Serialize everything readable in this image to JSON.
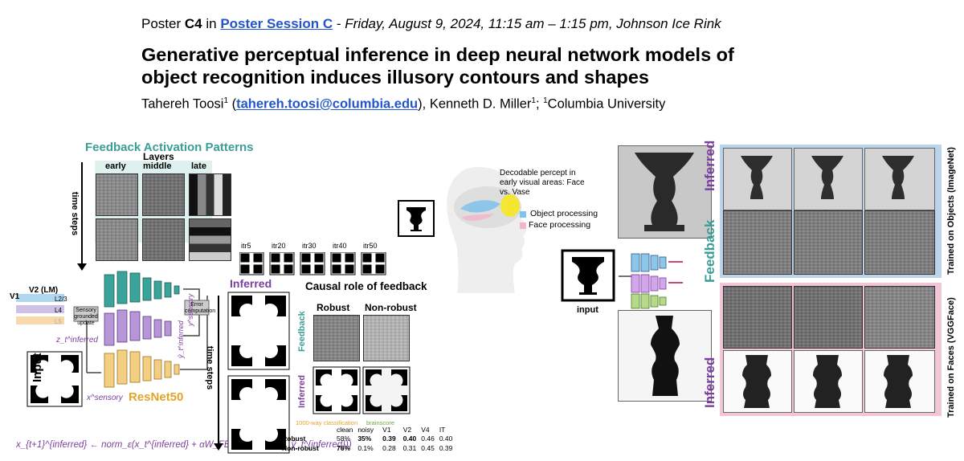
{
  "header": {
    "poster_prefix": "Poster",
    "poster_id": "C4",
    "in_word": "in",
    "session_link": "Poster Session C",
    "separator": "-",
    "datetime_location": "Friday, August 9, 2024, 11:15 am – 1:15 pm, Johnson Ice Rink"
  },
  "paper": {
    "title_line1": "Generative perceptual inference in deep neural network models of",
    "title_line2": "object recognition induces illusory contours and shapes",
    "author1": "Tahereh Toosi",
    "author1_sup": "1",
    "email": "tahereh.toosi@columbia.edu",
    "author2": "Kenneth D. Miller",
    "author2_sup": "1",
    "affil_sup": "1",
    "affiliation": "Columbia University"
  },
  "figure_left": {
    "title": "Feedback Activation Patterns",
    "layers_label": "Layers",
    "layer_names": [
      "early",
      "middle",
      "late"
    ],
    "time_steps": "time steps",
    "v1": "V1",
    "v2": "V2 (LM)",
    "l23": "L2/3",
    "l4": "L4",
    "l56": "L5",
    "sensory_update": "Sensory grounded update",
    "error_comp": "Error computation",
    "z_inferred": "z_t^inferred",
    "x_sensory": "x^sensory",
    "y_sensory": "y^sensory",
    "y_inferred": "ŷ_t^inferred",
    "input": "Input",
    "resnet": "ResNet50",
    "equation": "x_{t+1}^{inferred} ← norm_ε(x_t^{inferred} + αW_FB(y^{sensory} − ŷ_t^{inferred}))",
    "itr_labels": [
      "itr5",
      "itr20",
      "itr30",
      "itr40",
      "itr50"
    ],
    "inferred": "Inferred",
    "time_steps2": "time steps",
    "causal_title": "Causal role of feedback",
    "robust": "Robust",
    "nonrobust": "Non-robust",
    "feedback": "Feedback",
    "inferred_side": "Inferred"
  },
  "table": {
    "cls_title": "1000-way classification",
    "brain_title": "brainscore",
    "cols": [
      "clean",
      "noisy",
      "V1",
      "V2",
      "V4",
      "IT"
    ],
    "rows": [
      {
        "name": "Robust",
        "values": [
          "58%",
          "35%",
          "0.39",
          "0.40",
          "0.46",
          "0.40"
        ]
      },
      {
        "name": "Non-robust",
        "values": [
          "76%",
          "0.1%",
          "0.28",
          "0.31",
          "0.45",
          "0.39"
        ]
      }
    ]
  },
  "figure_mid": {
    "decodable": "Decodable percept in early visual areas: Face vs. Vase",
    "object_proc": "Object processing",
    "face_proc": "Face processing"
  },
  "figure_right": {
    "input_label": "input",
    "inferred_top": "Inferred",
    "feedback_mid": "Feedback",
    "inferred_bottom": "Inferred",
    "trained_objects": "Trained on Objects (ImageNet)",
    "trained_faces": "Trained on Faces (VGGFace)"
  },
  "colors": {
    "teal": "#3a9e96",
    "purple": "#7b3f9e",
    "orange": "#e3a526",
    "pink": "#c9467a",
    "link": "#2255cc",
    "blue_panel": "#bcd4ea",
    "pink_panel": "#f0c6d8"
  }
}
